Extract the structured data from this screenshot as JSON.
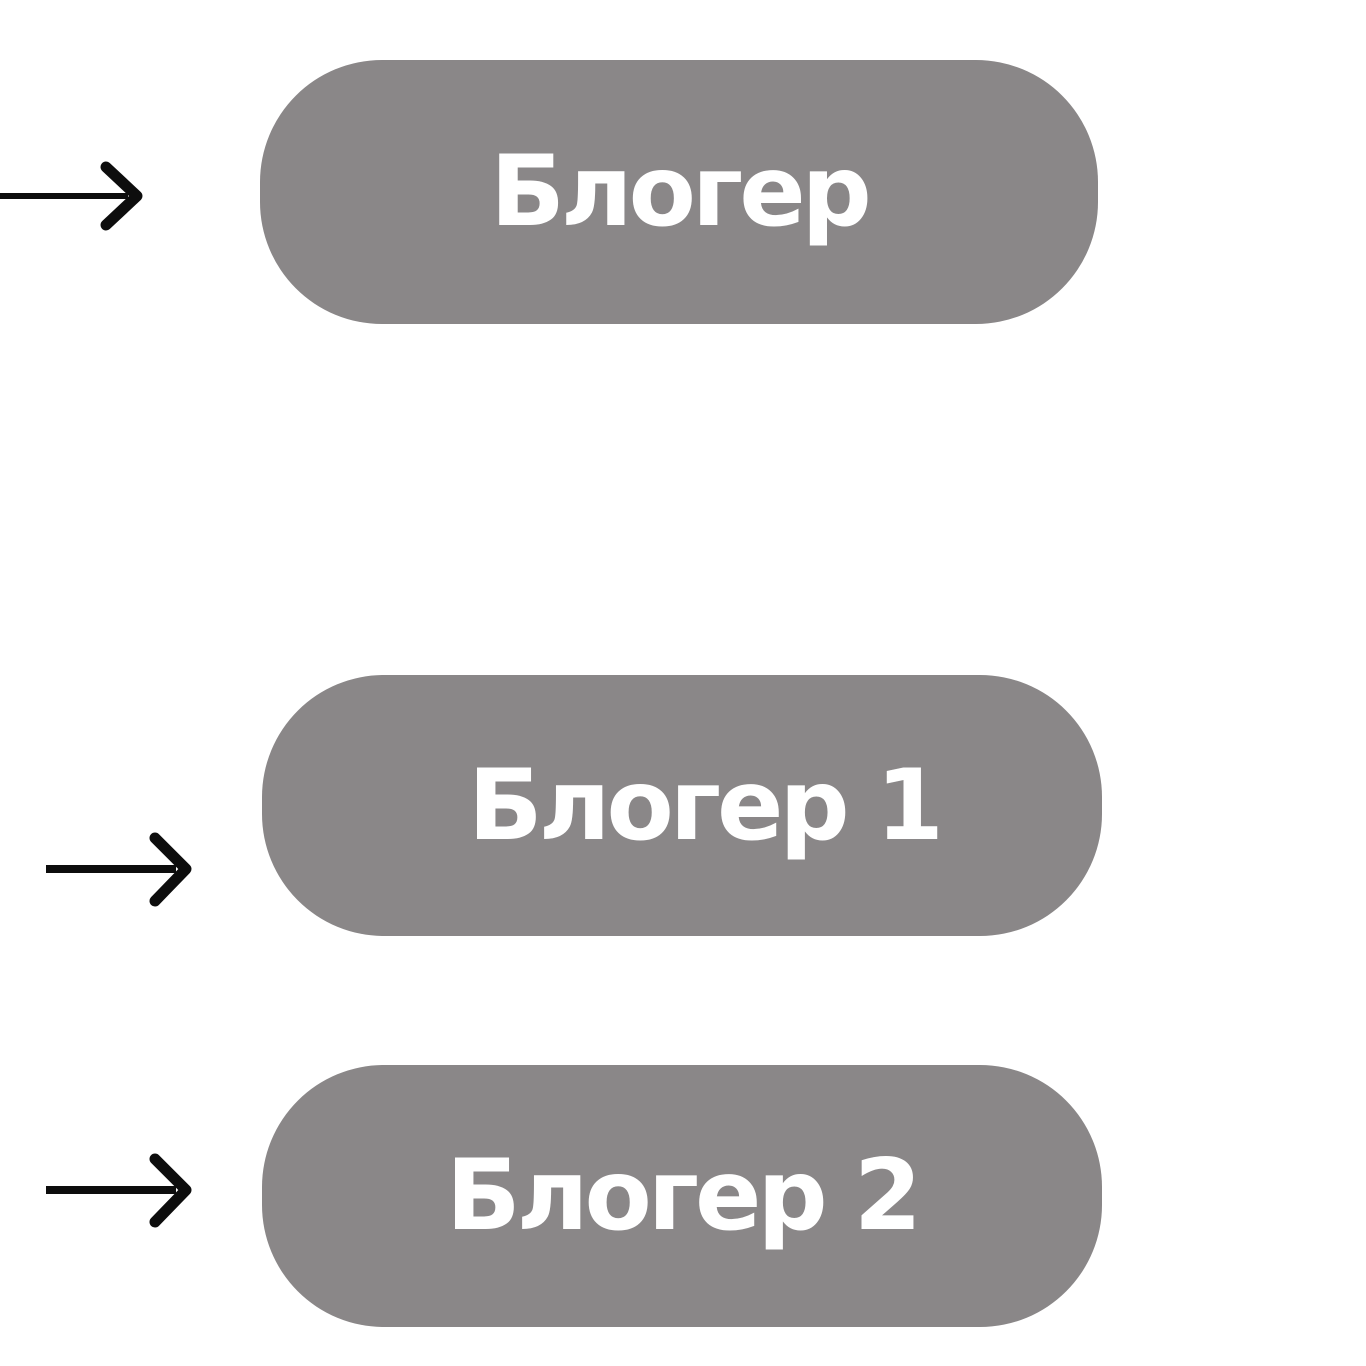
{
  "diagram": {
    "colors": {
      "background": "#ffffff",
      "node_fill": "#8a8788",
      "node_text": "#ffffff",
      "arrow": "#0d0d0d"
    },
    "nodes": [
      {
        "id": "blogger",
        "label": "Блогер"
      },
      {
        "id": "blogger-1",
        "label": "Блогер 1"
      },
      {
        "id": "blogger-2",
        "label": "Блогер 2"
      }
    ],
    "arrows": [
      {
        "name": "arrow-to-blogger",
        "direction": "right"
      },
      {
        "name": "arrow-to-blogger-1",
        "direction": "right"
      },
      {
        "name": "arrow-to-blogger-2",
        "direction": "right"
      }
    ]
  }
}
